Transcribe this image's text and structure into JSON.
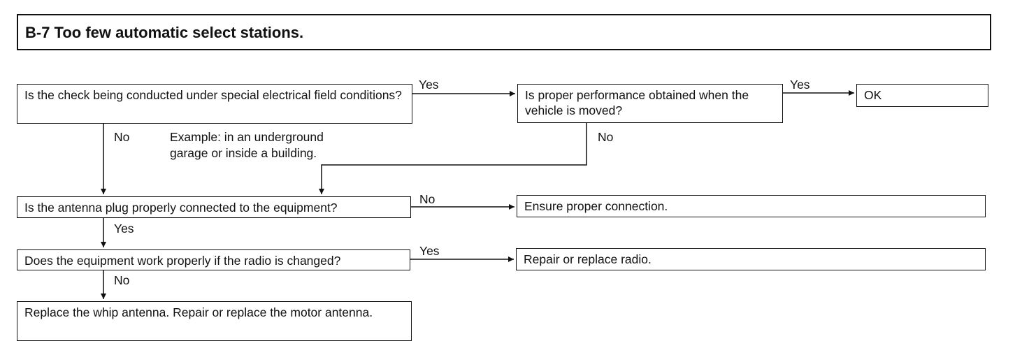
{
  "title": "B-7 Too few automatic select stations.",
  "nodes": {
    "q1": "Is the check being conducted under special electrical field conditions?",
    "q2": "Is proper performance obtained when the vehicle is moved?",
    "ok": "OK",
    "q3": "Is the antenna plug properly connected to the equipment?",
    "a3": "Ensure proper connection.",
    "q4": "Does the equipment work properly if the radio is changed?",
    "a4": "Repair or replace radio.",
    "a5": "Replace the whip antenna.  Repair or replace the motor antenna."
  },
  "labels": {
    "q1_yes": "Yes",
    "q1_no": "No",
    "example_line1": "Example: in an underground",
    "example_line2": "garage or inside a building.",
    "q2_yes": "Yes",
    "q2_no": "No",
    "q3_no": "No",
    "q3_yes": "Yes",
    "q4_yes": "Yes",
    "q4_no": "No"
  }
}
